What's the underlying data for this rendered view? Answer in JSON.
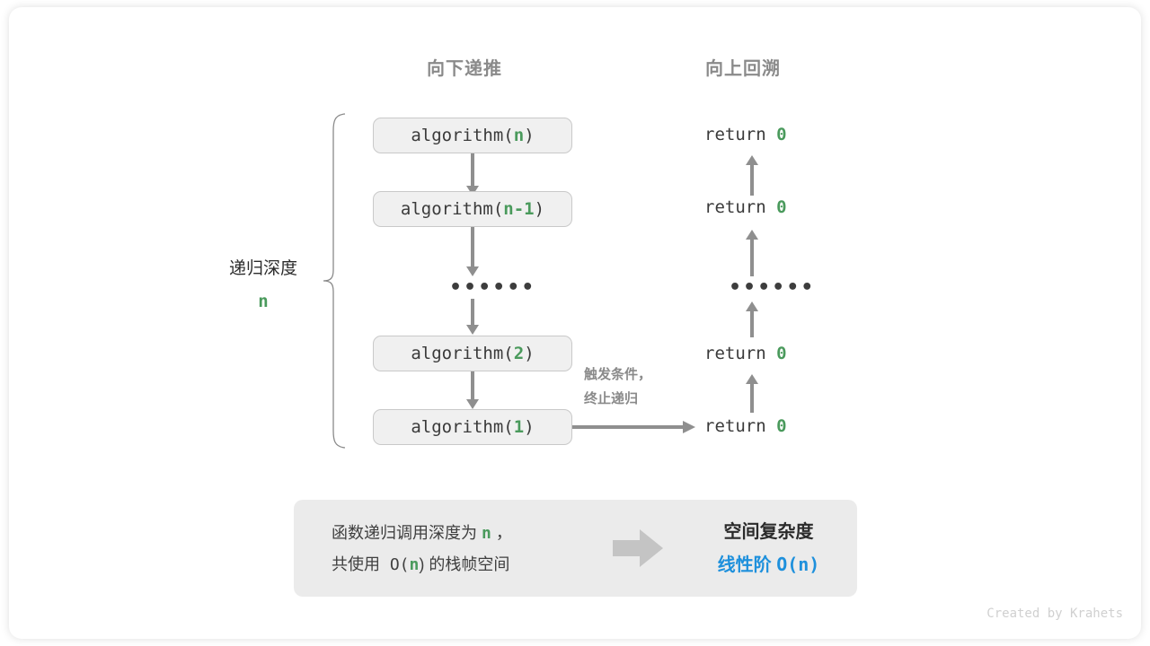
{
  "headers": {
    "down": "向下递推",
    "up": "向上回溯"
  },
  "depth": {
    "label": "递归深度",
    "variable": "n"
  },
  "calls": [
    {
      "name": "algorithm(",
      "arg": "n",
      "close": ")"
    },
    {
      "name": "algorithm(",
      "arg": "n-1",
      "close": ")"
    },
    {
      "name": "algorithm(",
      "arg": "2",
      "close": ")"
    },
    {
      "name": "algorithm(",
      "arg": "1",
      "close": ")"
    }
  ],
  "ellipsis": "••••••",
  "returns": [
    {
      "keyword": "return ",
      "value": "0"
    },
    {
      "keyword": "return ",
      "value": "0"
    },
    {
      "keyword": "return ",
      "value": "0"
    },
    {
      "keyword": "return ",
      "value": "0"
    }
  ],
  "trigger_note": {
    "line1": "触发条件，",
    "line2": "终止递归"
  },
  "summary": {
    "line1_a": "函数递归调用深度为 ",
    "line1_var": "n",
    "line1_b": " ，",
    "line2_a": "共使用 O(",
    "line2_var": "n",
    "line2_b": ") 的栈帧空间",
    "conclusion_title": "空间复杂度",
    "conclusion_value_a": "线性阶 ",
    "conclusion_value_b": "O(n)"
  },
  "credit": "Created by Krahets",
  "colors": {
    "accent_green": "#4a9a5c",
    "accent_blue": "#1e90dc",
    "box_fill": "#f0f0f0",
    "box_border": "#c9c9c9",
    "arrow_gray": "#8f8f8f",
    "header_gray": "#8a8a8a",
    "panel_fill": "#ebebeb"
  }
}
